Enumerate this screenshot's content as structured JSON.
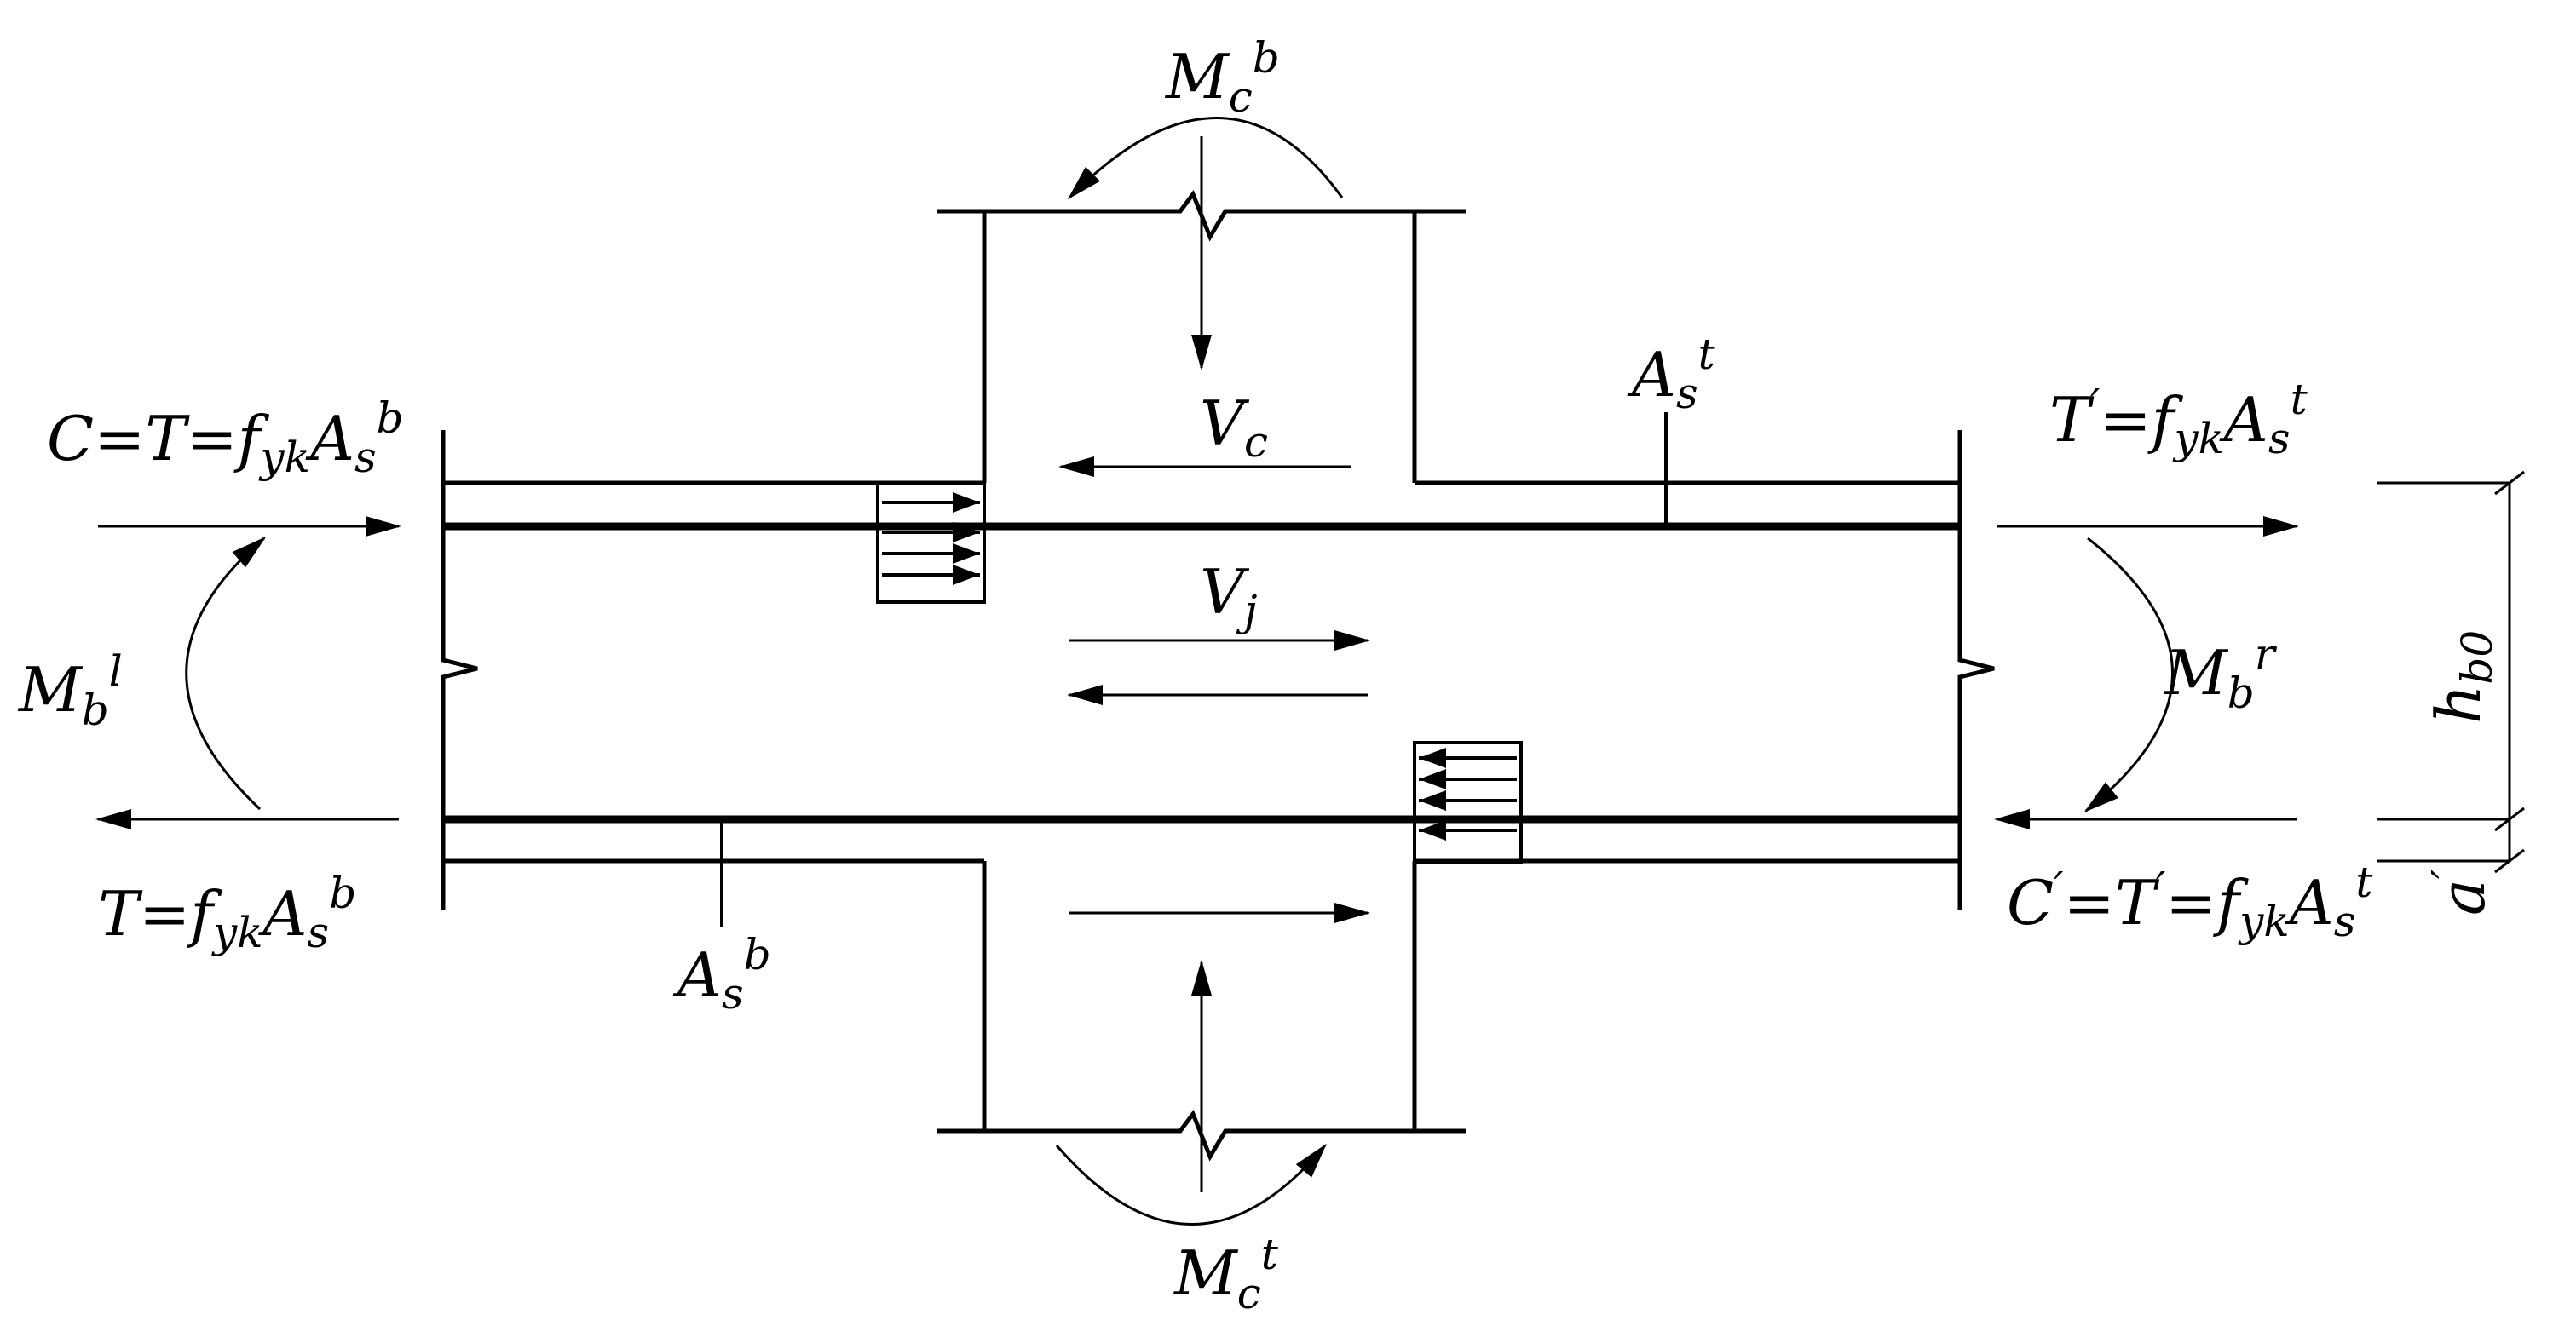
{
  "labels": {
    "mc_bottom_moment": {
      "main": "M",
      "sub": "c",
      "sup": "b"
    },
    "mc_top_moment": {
      "main": "M",
      "sub": "c",
      "sup": "t"
    },
    "column_shear": {
      "main": "V",
      "sub": "c"
    },
    "joint_shear": {
      "main": "V",
      "sub": "j"
    },
    "top_steel_area": {
      "main": "A",
      "sub": "s",
      "sup": "t"
    },
    "bottom_steel_area": {
      "main": "A",
      "sub": "s",
      "sup": "b"
    },
    "left_beam_moment": {
      "main": "M",
      "sub": "b",
      "sup": "l"
    },
    "right_beam_moment": {
      "main": "M",
      "sub": "b",
      "sup": "r"
    },
    "left_top_force": {
      "p1": "C=T=f",
      "sub1": "yk",
      "p2": "A",
      "sub2": "s",
      "sup2": "b"
    },
    "left_bottom_force": {
      "p1": "T=f",
      "sub1": "yk",
      "p2": "A",
      "sub2": "s",
      "sup2": "b"
    },
    "right_top_force": {
      "p1": "T",
      "prime1": "′",
      "p2": "=f",
      "sub1": "yk",
      "p3": "A",
      "sub2": "s",
      "sup2": "t"
    },
    "right_bottom_force": {
      "p1": "C",
      "prime1": "′",
      "p2": "=T",
      "prime2": "′",
      "p3": "=f",
      "sub1": "yk",
      "p4": "A",
      "sub2": "s",
      "sup2": "t"
    },
    "effective_depth": {
      "main": "h",
      "sub": "b0"
    },
    "cover": {
      "main": "a",
      "prime": "′"
    }
  }
}
